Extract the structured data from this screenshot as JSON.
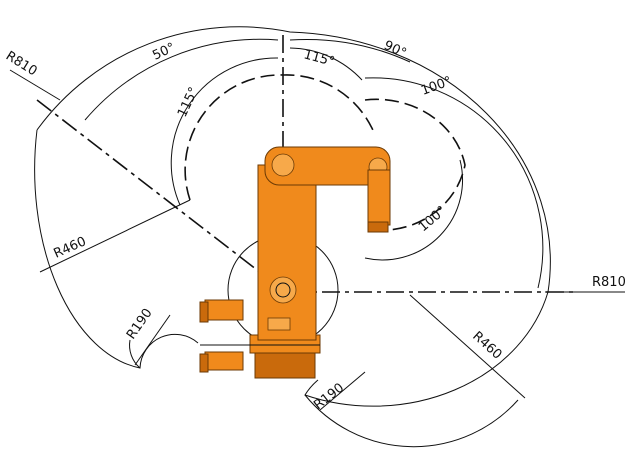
{
  "diagram": {
    "labels": {
      "r810_left": "R810",
      "r810_right": "R810",
      "r460_left": "R460",
      "r460_right": "R460",
      "r190_left": "R190",
      "r190_bottom": "R190",
      "angle_50": "50°",
      "angle_115_top": "115°",
      "angle_115_left": "115°",
      "angle_90": "90°",
      "angle_100_top": "100°",
      "angle_100_bottom": "100°"
    },
    "colors": {
      "robot_orange": "#f08a1c",
      "line": "#111111"
    }
  }
}
